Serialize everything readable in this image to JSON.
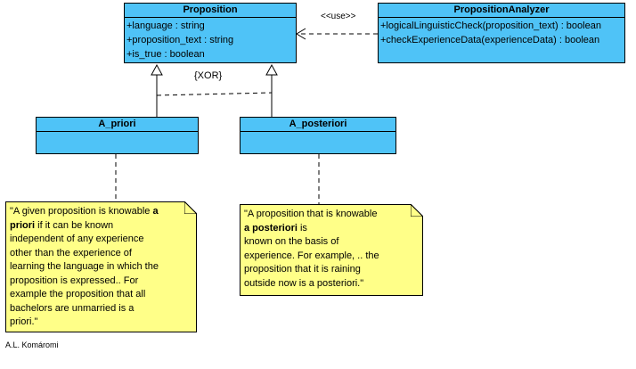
{
  "classes": {
    "proposition": {
      "name": "Proposition",
      "attributes": [
        "+language : string",
        "+proposition_text : string",
        "+is_true : boolean"
      ]
    },
    "analyzer": {
      "name": "PropositionAnalyzer",
      "operations": [
        "+logicalLinguisticCheck(proposition_text) : boolean",
        "+checkExperienceData(experienceData) : boolean"
      ]
    },
    "a_priori": {
      "name": "A_priori"
    },
    "a_posteriori": {
      "name": "A_posteriori"
    }
  },
  "labels": {
    "use": "<<use>>",
    "xor": "{XOR}",
    "author": "A.L. Komáromi"
  },
  "notes": {
    "a_priori": {
      "l1": "\"A given proposition is knowable ",
      "b1": "a",
      "b2": "priori",
      "l2": " if  it can be known",
      "l3": "independent of any experience",
      "l4": "other than the experience of",
      "l5": "learning the language in which the",
      "l6": "proposition is expressed.. For",
      "l7": "example the proposition that all",
      "l8": "bachelors are unmarried is a",
      "l9": "priori.\""
    },
    "a_posteriori": {
      "l1": "\"A proposition that is knowable",
      "b1": "a posteriori",
      "l2": " is",
      "l3": "known on the basis of",
      "l4": "experience. For example, .. the",
      "l5": "proposition that it is raining",
      "l6": "outside now is a posteriori.\""
    }
  },
  "colors": {
    "class_fill": "#4fc3f7",
    "note_fill": "#ffff88"
  }
}
